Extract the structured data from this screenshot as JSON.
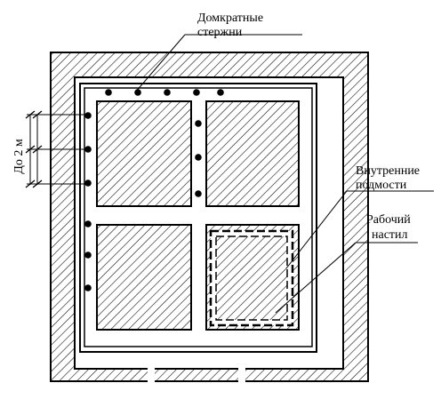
{
  "labels": {
    "jack_rods_line1": "Домкратные",
    "jack_rods_line2": "стержни",
    "internal_scaffold_line1": "Внутренние",
    "internal_scaffold_line2": "подмости",
    "work_deck_line1": "Рабочий",
    "work_deck_line2": "настил",
    "spacing": "До 2 м"
  },
  "colors": {
    "line": "#000000",
    "background": "#ffffff"
  }
}
